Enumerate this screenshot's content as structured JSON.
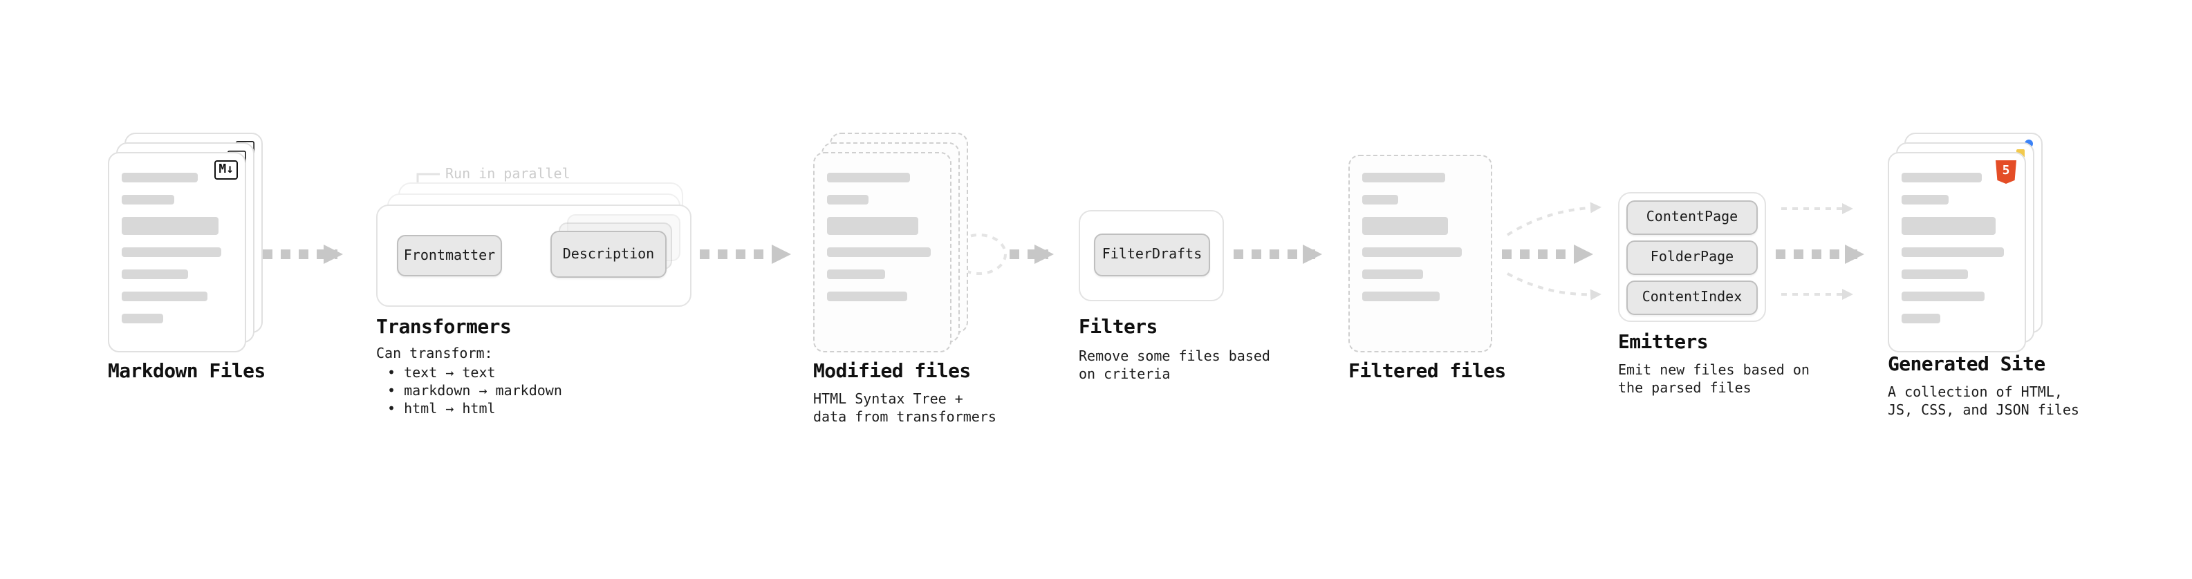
{
  "markdown_files": {
    "label": "Markdown Files",
    "badge": "M↓"
  },
  "transformers": {
    "label": "Transformers",
    "annotation": "Run in parallel",
    "box1": "Frontmatter",
    "box2": "Description",
    "caption_title": "Can transform:",
    "bullets": [
      "• text → text",
      "• markdown → markdown",
      "• html → html"
    ]
  },
  "modified_files": {
    "label": "Modified files",
    "caption": "HTML Syntax Tree +\ndata from transformers"
  },
  "filters": {
    "label": "Filters",
    "box1": "FilterDrafts",
    "caption": "Remove some files based\non criteria"
  },
  "filtered_files": {
    "label": "Filtered files"
  },
  "emitters": {
    "label": "Emitters",
    "items": [
      "ContentPage",
      "FolderPage",
      "ContentIndex"
    ],
    "caption": "Emit new files based on\nthe parsed files"
  },
  "generated_site": {
    "label": "Generated Site",
    "badge": "5",
    "caption": "A collection of HTML,\nJS, CSS, and JSON files"
  },
  "colors": {
    "arrow_thick": "#c7c7c7",
    "arrow_light": "#e2e2e2",
    "card_border": "#e0e0e0",
    "dashed_border": "#cfcfcf",
    "chip_bg": "#e8e8e8",
    "html5_orange": "#e44d26",
    "dot_blue": "#3b82f6",
    "dot_yellow": "#f2c94c"
  }
}
